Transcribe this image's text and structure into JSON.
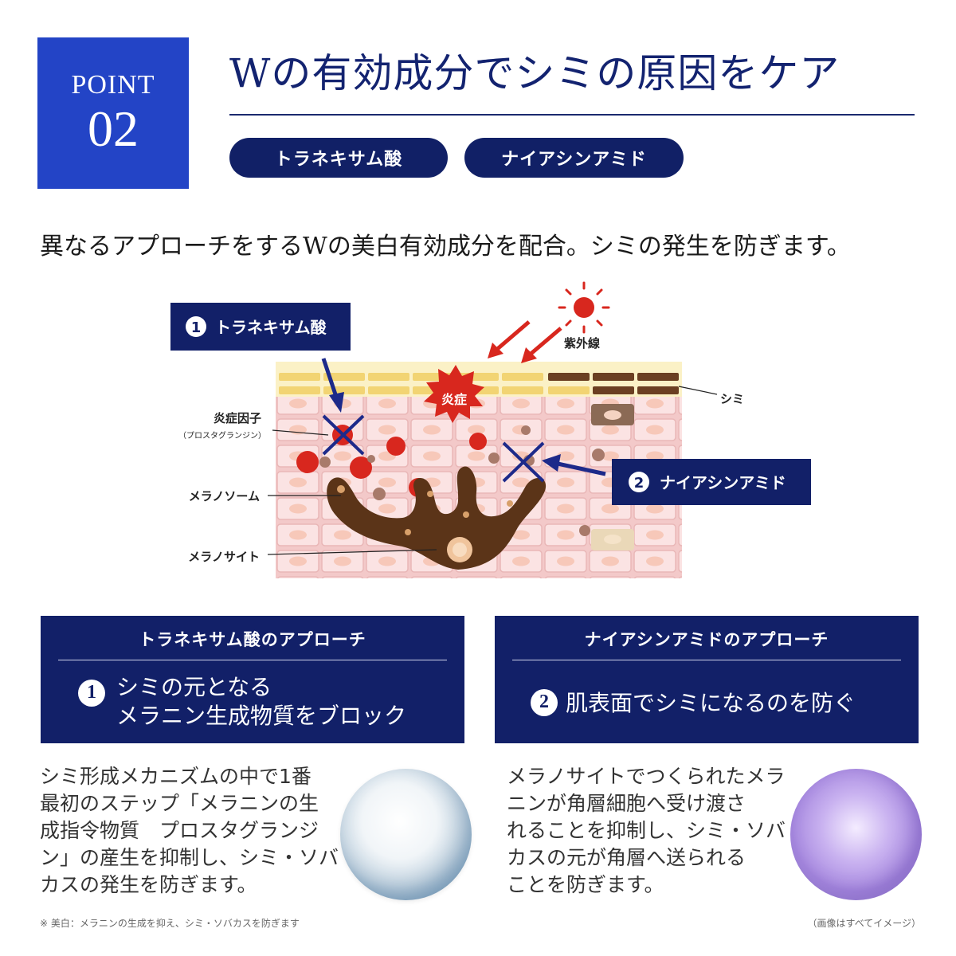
{
  "badge": {
    "point_label": "POINT",
    "point_number": "02"
  },
  "title": "Wの有効成分でシミの原因をケア",
  "ingredients": [
    "トラネキサム酸",
    "ナイアシンアミド"
  ],
  "lead": "異なるアプローチをするWの美白有効成分を配合。シミの発生を防ぎます。",
  "diagram": {
    "tag1": "トラネキサム酸",
    "tag2": "ナイアシンアミド",
    "tag1_number": "1",
    "tag2_number": "2",
    "uv": "紫外線",
    "inflammation": "炎症",
    "spot": "シミ",
    "inflammation_factor": "炎症因子",
    "prostaglandin": "（プロスタグランジン）",
    "melanosome": "メラノソーム",
    "melanocyte": "メラノサイト"
  },
  "approach1": {
    "heading": "トラネキサム酸のアプローチ",
    "number": "1",
    "line1": "シミの元となる",
    "line2": "メラニン生成物質をブロック"
  },
  "approach2": {
    "heading": "ナイアシンアミドのアプローチ",
    "number": "2",
    "line1": "肌表面でシミになるのを防ぐ"
  },
  "desc1": [
    "シミ形成メカニズムの中で1番",
    "最初のステップ「メラニンの生",
    "成指令物質　プロスタグランジ",
    "ン」の産生を抑制し、シミ・ソバ",
    "カスの発生を防ぎます。"
  ],
  "desc2": [
    "メラノサイトでつくられたメラ",
    "ニンが角層細胞へ受け渡さ",
    "れることを抑制し、シミ・ソバ",
    "カスの元が角層へ送られる",
    "ことを防ぎます。"
  ],
  "footnote_left": "※ 美白：メラニンの生成を抑え、シミ・ソバカスを防ぎます",
  "footnote_right": "（画像はすべてイメージ）",
  "colors": {
    "badge": "#2344c6",
    "navy": "#122068",
    "skin": "#f5d2d2",
    "uv_red": "#d8271e",
    "melanin": "#5b3418"
  }
}
